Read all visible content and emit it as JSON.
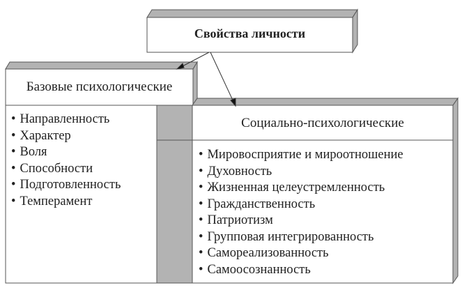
{
  "diagram": {
    "root": {
      "label": "Свойства личности"
    },
    "branches": [
      {
        "label": "Базовые психологические",
        "items": [
          "Направленность",
          "Характер",
          "Воля",
          "Способности",
          "Подготовленность",
          "Темперамент"
        ]
      },
      {
        "label": "Социально-психологические",
        "items": [
          "Мировосприятие и мироотношение",
          "Духовность",
          "Жизненная целеустремленность",
          "Гражданственность",
          "Патриотизм",
          "Групповая интегрированность",
          "Самореализованность",
          "Самоосознанность"
        ]
      }
    ],
    "colors": {
      "bevel": "#b3b3b3",
      "stroke": "#555555",
      "text": "#222222"
    }
  }
}
